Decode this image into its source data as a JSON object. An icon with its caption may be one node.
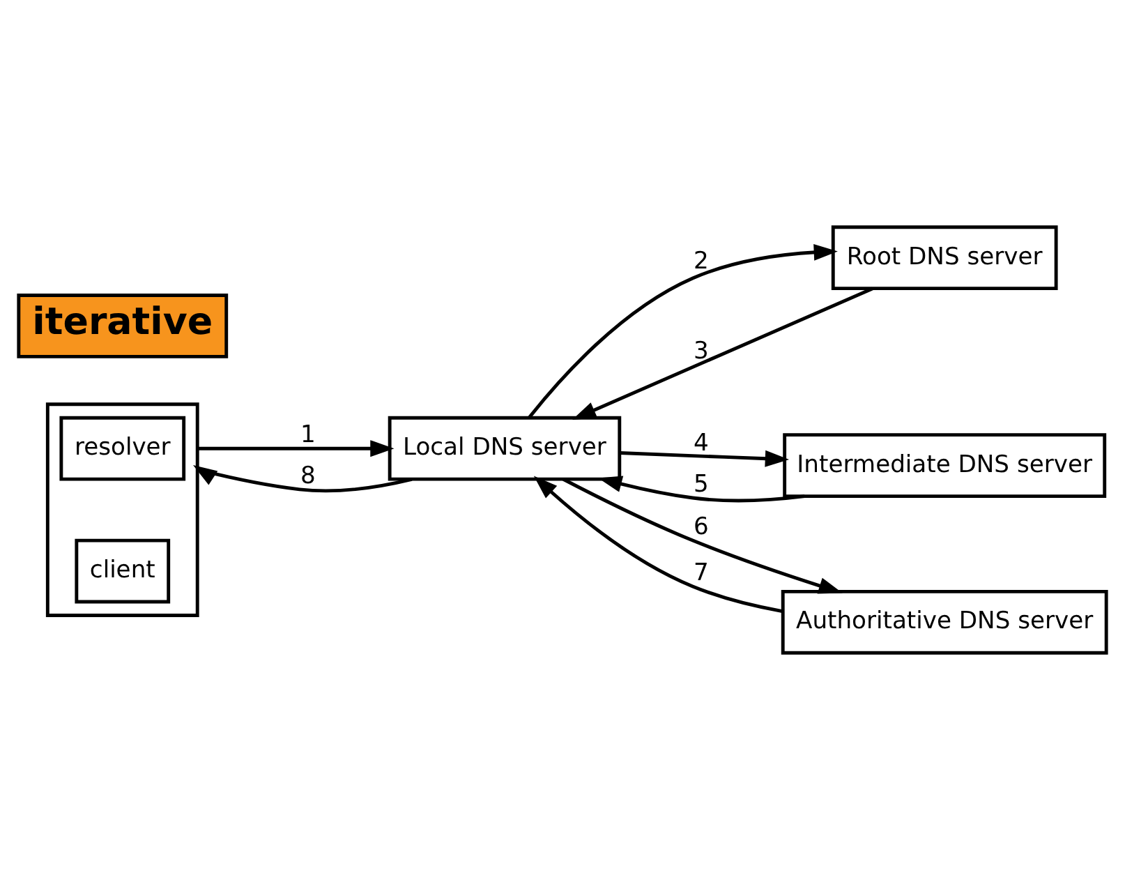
{
  "diagram": {
    "nodes": [
      {
        "text": [
          "Root DNS server"
        ]
      },
      {
        "text": [
          "Local DNS server"
        ]
      },
      {
        "text": [
          "Intermediate DNS server"
        ]
      },
      {
        "text": [],
        "shape": "box"
      },
      {
        "text": [
          "resolver"
        ],
        "in": 3
      },
      {
        "text": [
          "client"
        ],
        "in": 3
      },
      {
        "text": [
          "Authoritative DNS server"
        ]
      },
      {
        "text": [
          "iterative"
        ]
      }
    ],
    "edges": [
      {
        "from": 3,
        "to": 1,
        "arrow": "to",
        "label": "1"
      },
      {
        "from": 1,
        "to": 0,
        "arrow": "to",
        "label": "2"
      },
      {
        "from": 0,
        "to": 1,
        "arrow": "to",
        "label": "3"
      },
      {
        "from": 1,
        "to": 2,
        "arrow": "to",
        "label": "4"
      },
      {
        "from": 2,
        "to": 1,
        "arrow": "to",
        "label": "5"
      },
      {
        "from": 1,
        "to": 6,
        "arrow": "to",
        "label": "6"
      },
      {
        "from": 6,
        "to": 1,
        "arrow": "to",
        "label": "7"
      },
      {
        "from": 1,
        "to": 3,
        "arrow": "to",
        "label": "8"
      }
    ]
  }
}
